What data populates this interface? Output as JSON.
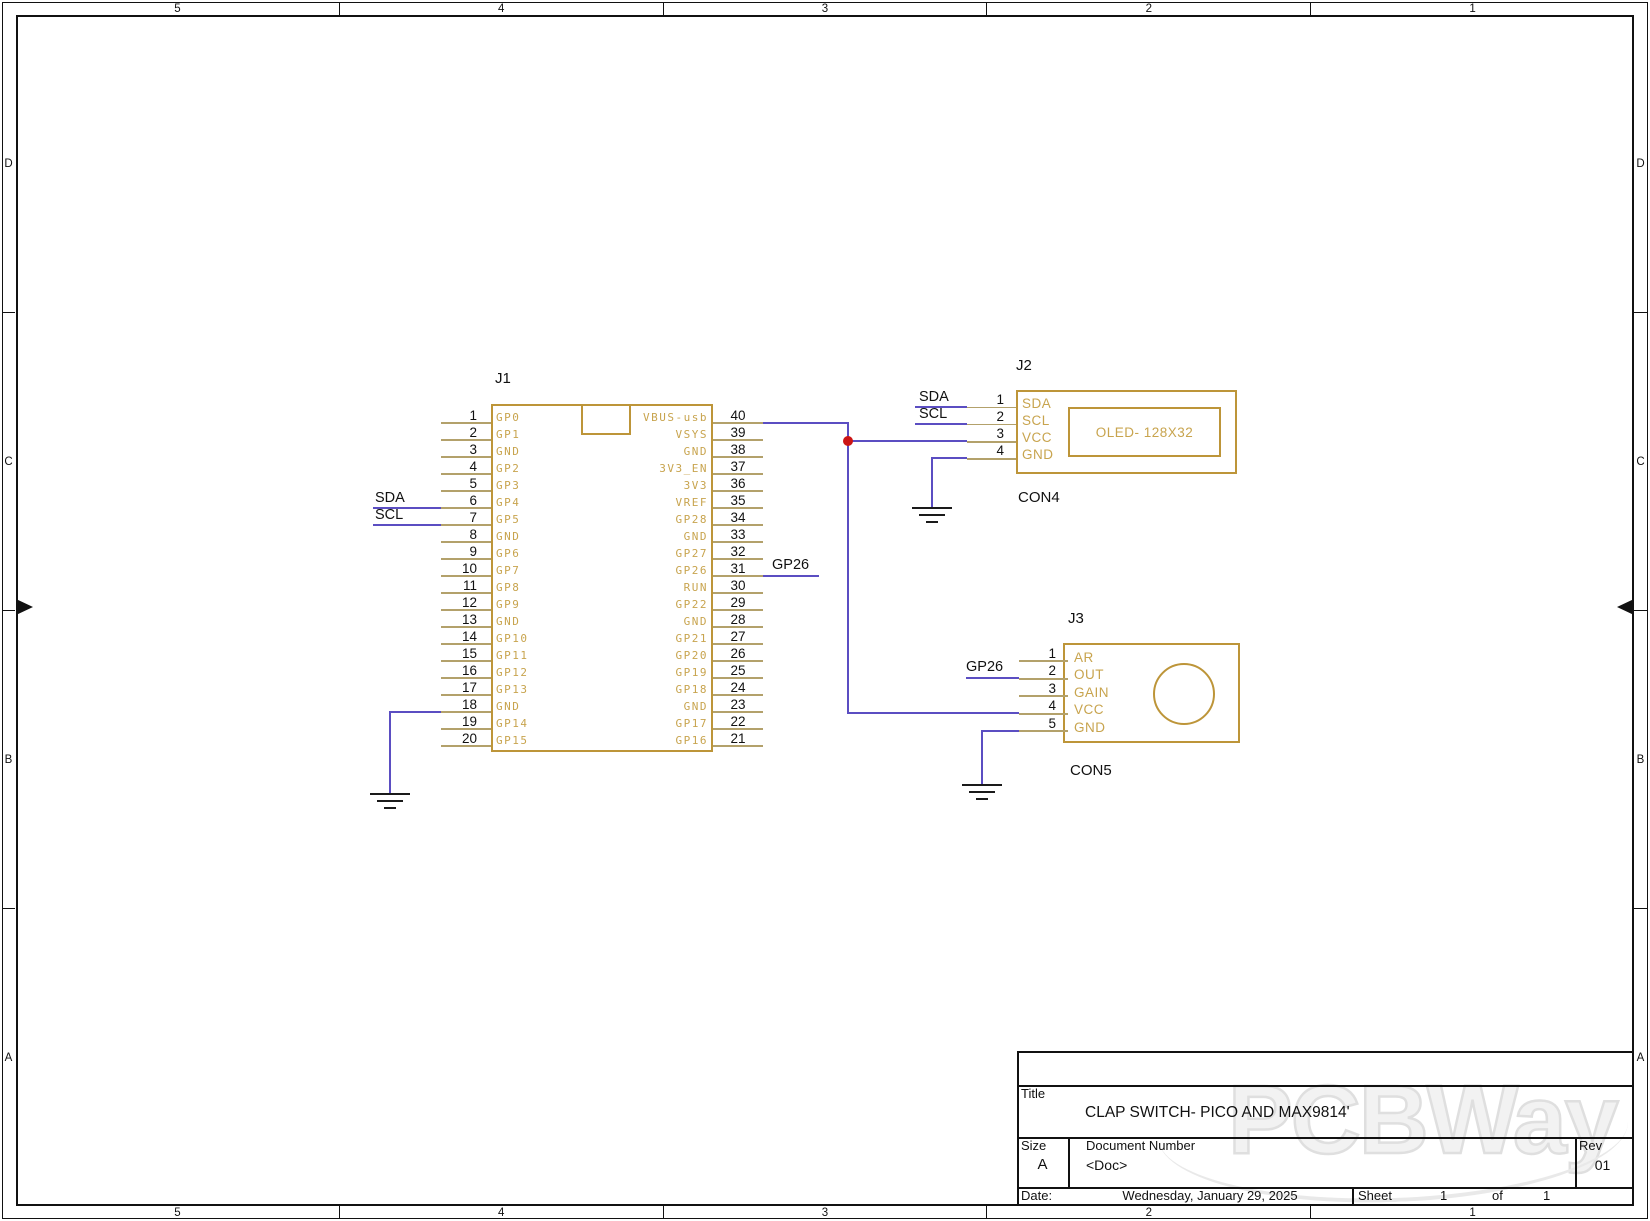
{
  "colors": {
    "component": "#BD9539",
    "pin_stub": "#B3A16B",
    "pin_text": "#C8A44E",
    "wire": "#5B4EC2",
    "junction": "#CC1414"
  },
  "border": {
    "top_labels": [
      "5",
      "4",
      "3",
      "2",
      "1"
    ],
    "bottom_labels": [
      "5",
      "4",
      "3",
      "2",
      "1"
    ],
    "left_labels": [
      "D",
      "C",
      "B",
      "A"
    ],
    "right_labels": [
      "D",
      "C",
      "B",
      "A"
    ]
  },
  "j1": {
    "ref": "J1",
    "left_pins": [
      {
        "num": "1",
        "name": "GP0"
      },
      {
        "num": "2",
        "name": "GP1"
      },
      {
        "num": "3",
        "name": "GND"
      },
      {
        "num": "4",
        "name": "GP2"
      },
      {
        "num": "5",
        "name": "GP3"
      },
      {
        "num": "6",
        "name": "GP4"
      },
      {
        "num": "7",
        "name": "GP5"
      },
      {
        "num": "8",
        "name": "GND"
      },
      {
        "num": "9",
        "name": "GP6"
      },
      {
        "num": "10",
        "name": "GP7"
      },
      {
        "num": "11",
        "name": "GP8"
      },
      {
        "num": "12",
        "name": "GP9"
      },
      {
        "num": "13",
        "name": "GND"
      },
      {
        "num": "14",
        "name": "GP10"
      },
      {
        "num": "15",
        "name": "GP11"
      },
      {
        "num": "16",
        "name": "GP12"
      },
      {
        "num": "17",
        "name": "GP13"
      },
      {
        "num": "18",
        "name": "GND"
      },
      {
        "num": "19",
        "name": "GP14"
      },
      {
        "num": "20",
        "name": "GP15"
      }
    ],
    "right_pins": [
      {
        "num": "40",
        "name": "VBUS-usb"
      },
      {
        "num": "39",
        "name": "VSYS"
      },
      {
        "num": "38",
        "name": "GND"
      },
      {
        "num": "37",
        "name": "3V3_EN"
      },
      {
        "num": "36",
        "name": "3V3"
      },
      {
        "num": "35",
        "name": "VREF"
      },
      {
        "num": "34",
        "name": "GP28"
      },
      {
        "num": "33",
        "name": "GND"
      },
      {
        "num": "32",
        "name": "GP27"
      },
      {
        "num": "31",
        "name": "GP26"
      },
      {
        "num": "30",
        "name": "RUN"
      },
      {
        "num": "29",
        "name": "GP22"
      },
      {
        "num": "28",
        "name": "GND"
      },
      {
        "num": "27",
        "name": "GP21"
      },
      {
        "num": "26",
        "name": "GP20"
      },
      {
        "num": "25",
        "name": "GP19"
      },
      {
        "num": "24",
        "name": "GP18"
      },
      {
        "num": "23",
        "name": "GND"
      },
      {
        "num": "22",
        "name": "GP17"
      },
      {
        "num": "21",
        "name": "GP16"
      }
    ]
  },
  "j2": {
    "ref": "J2",
    "con": "CON4",
    "display_label": "OLED- 128X32",
    "pins": [
      {
        "num": "1",
        "name": "SDA"
      },
      {
        "num": "2",
        "name": "SCL"
      },
      {
        "num": "3",
        "name": "VCC"
      },
      {
        "num": "4",
        "name": "GND"
      }
    ]
  },
  "j3": {
    "ref": "J3",
    "con": "CON5",
    "pins": [
      {
        "num": "1",
        "name": "AR"
      },
      {
        "num": "2",
        "name": "OUT"
      },
      {
        "num": "3",
        "name": "GAIN"
      },
      {
        "num": "4",
        "name": "VCC"
      },
      {
        "num": "5",
        "name": "GND"
      }
    ]
  },
  "net_labels": {
    "j1_sda": "SDA",
    "j1_scl": "SCL",
    "j1_gp26": "GP26",
    "j2_sda": "SDA",
    "j2_scl": "SCL",
    "j3_gp26": "GP26"
  },
  "title_block": {
    "title_label": "Title",
    "title": "CLAP SWITCH- PICO AND MAX9814'",
    "size_label": "Size",
    "size": "A",
    "doc_label": "Document Number",
    "doc": "<Doc>",
    "rev_label": "Rev",
    "rev": "01",
    "date_label": "Date:",
    "date": "Wednesday, January 29, 2025",
    "sheet_label": "Sheet",
    "sheet_num": "1",
    "of_label": "of",
    "sheet_total": "1"
  },
  "watermark": "PCBWay"
}
